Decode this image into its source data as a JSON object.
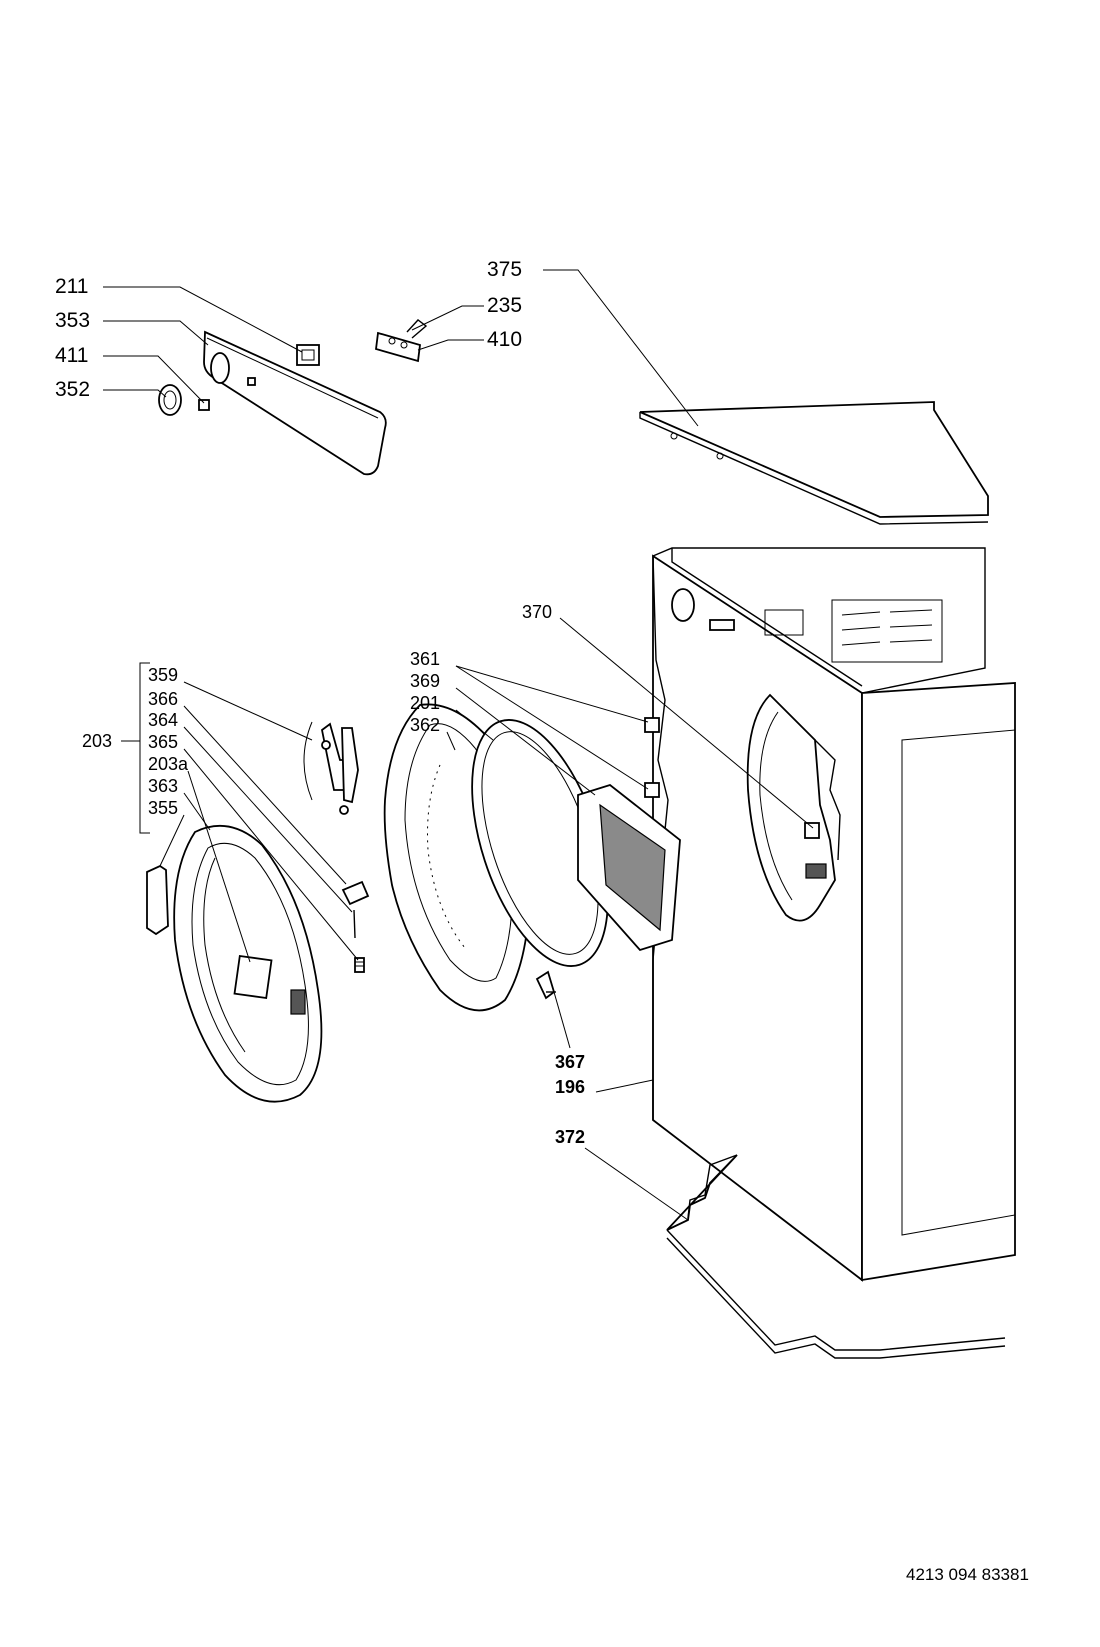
{
  "callouts": {
    "p211": "211",
    "p353": "353",
    "p411": "411",
    "p352": "352",
    "p375": "375",
    "p235": "235",
    "p410": "410",
    "p370": "370",
    "p361": "361",
    "p369": "369",
    "p201": "201",
    "p362": "362",
    "p203": "203",
    "p359": "359",
    "p366": "366",
    "p364": "364",
    "p365": "365",
    "p203a": "203a",
    "p363": "363",
    "p355": "355",
    "p367": "367",
    "p196": "196",
    "p372": "372"
  },
  "footer": {
    "document_code": "4213 094 83381"
  }
}
